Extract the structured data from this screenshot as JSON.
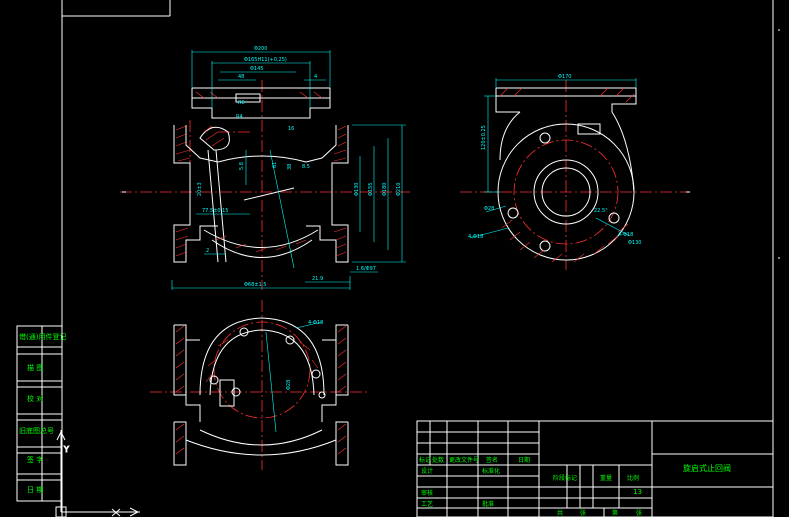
{
  "drawing": {
    "title": "旋启式止回阀",
    "scale_value": "13",
    "side_labels": [
      "借(通)用件登记",
      "描 图",
      "校 对",
      "旧底图总号",
      "签 字",
      "日 期"
    ],
    "title_block_headers": [
      "标记",
      "处数",
      "更改文件号",
      "签名",
      "日期"
    ],
    "title_block_rows": [
      "设计",
      "审核",
      "工艺"
    ],
    "title_block_cols": [
      "标准化",
      "批准"
    ],
    "title_block_stage": [
      "阶段标记",
      "重量",
      "比例"
    ],
    "title_block_sheet": [
      "共",
      "张",
      "第",
      "张"
    ]
  },
  "dimensions": {
    "front_top_width": "Φ200",
    "front_bore": "Φ165H11(+0.25)",
    "front_top_sub": "Φ145",
    "front_step": "48",
    "front_offset": "4",
    "front_bottom": "Φ68±1.5",
    "front_inner": "77.5±0.15",
    "front_rise": "2",
    "front_angle": "5.8",
    "front_right_1": "Φ130",
    "front_right_2": "Φ155",
    "front_right_3": "Φ180",
    "front_right_4": "Φ210",
    "front_right_small": "1.6/Φ97",
    "front_bottom_r": "21.9",
    "front_depth": "38",
    "front_mid": "61",
    "front_seat": "8.5",
    "front_r1": "R6",
    "front_r2": "R4",
    "front_r3": "20±3",
    "front_r4": "16",
    "side_width": "Φ170",
    "side_height": "120±0.25",
    "side_holes": "4-Φ18",
    "side_left": "Φ28",
    "side_angle": "22.5°",
    "side_bolt": "4-Φ18",
    "side_circle": "Φ130",
    "bottom_holes": "4-Φ18",
    "bottom_left": "Φ28"
  }
}
